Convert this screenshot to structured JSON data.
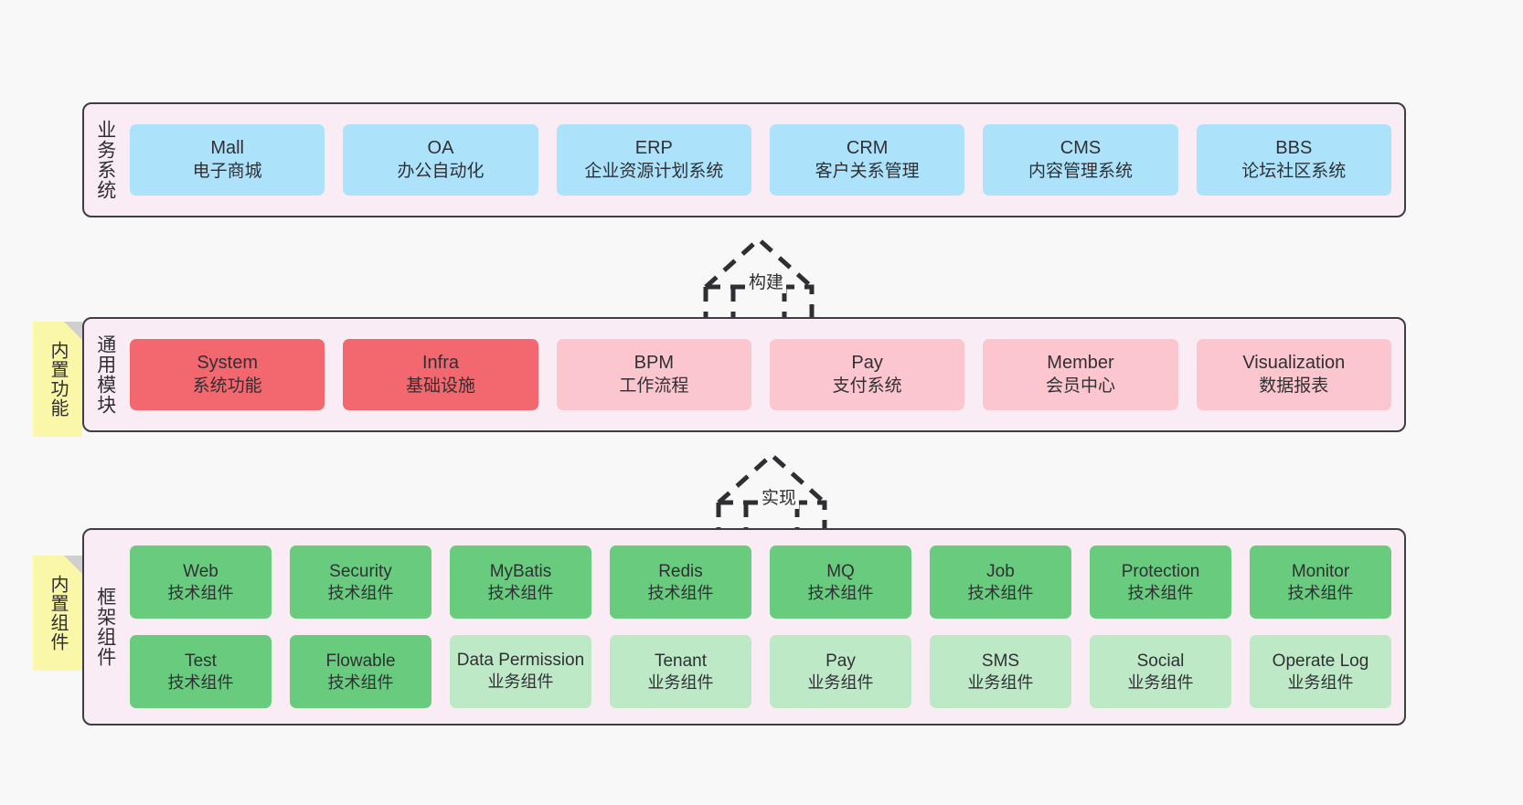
{
  "diagram": {
    "layers": [
      {
        "id": "business",
        "title": "业务系统",
        "rows": [
          {
            "cards": [
              {
                "name": "Mall",
                "desc": "电子商城",
                "color": "#ace3fb"
              },
              {
                "name": "OA",
                "desc": "办公自动化",
                "color": "#ace3fb"
              },
              {
                "name": "ERP",
                "desc": "企业资源计划系统",
                "color": "#ace3fb"
              },
              {
                "name": "CRM",
                "desc": "客户关系管理",
                "color": "#ace3fb"
              },
              {
                "name": "CMS",
                "desc": "内容管理系统",
                "color": "#ace3fb"
              },
              {
                "name": "BBS",
                "desc": "论坛社区系统",
                "color": "#ace3fb"
              }
            ]
          }
        ]
      },
      {
        "id": "common",
        "title": "通用模块",
        "rows": [
          {
            "cards": [
              {
                "name": "System",
                "desc": "系统功能",
                "color": "#f2686e"
              },
              {
                "name": "Infra",
                "desc": "基础设施",
                "color": "#f2686e"
              },
              {
                "name": "BPM",
                "desc": "工作流程",
                "color": "#fbc6cd"
              },
              {
                "name": "Pay",
                "desc": "支付系统",
                "color": "#fbc6cd"
              },
              {
                "name": "Member",
                "desc": "会员中心",
                "color": "#fbc6cd"
              },
              {
                "name": "Visualization",
                "desc": "数据报表",
                "color": "#fbc6cd"
              }
            ]
          }
        ]
      },
      {
        "id": "framework",
        "title": "框架组件",
        "rows": [
          {
            "cards": [
              {
                "name": "Web",
                "desc": "技术组件",
                "color": "#68cb7e"
              },
              {
                "name": "Security",
                "desc": "技术组件",
                "color": "#68cb7e"
              },
              {
                "name": "MyBatis",
                "desc": "技术组件",
                "color": "#68cb7e"
              },
              {
                "name": "Redis",
                "desc": "技术组件",
                "color": "#68cb7e"
              },
              {
                "name": "MQ",
                "desc": "技术组件",
                "color": "#68cb7e"
              },
              {
                "name": "Job",
                "desc": "技术组件",
                "color": "#68cb7e"
              },
              {
                "name": "Protection",
                "desc": "技术组件",
                "color": "#68cb7e"
              },
              {
                "name": "Monitor",
                "desc": "技术组件",
                "color": "#68cb7e"
              }
            ]
          },
          {
            "cards": [
              {
                "name": "Test",
                "desc": "技术组件",
                "color": "#68cb7e"
              },
              {
                "name": "Flowable",
                "desc": "技术组件",
                "color": "#68cb7e"
              },
              {
                "name": "Data Permission",
                "desc": "业务组件",
                "color": "#bde9c7"
              },
              {
                "name": "Tenant",
                "desc": "业务组件",
                "color": "#bde9c7"
              },
              {
                "name": "Pay",
                "desc": "业务组件",
                "color": "#bde9c7"
              },
              {
                "name": "SMS",
                "desc": "业务组件",
                "color": "#bde9c7"
              },
              {
                "name": "Social",
                "desc": "业务组件",
                "color": "#bde9c7"
              },
              {
                "name": "Operate Log",
                "desc": "业务组件",
                "color": "#bde9c7"
              }
            ]
          }
        ]
      }
    ],
    "notes": [
      {
        "id": "builtin-function",
        "label": "内置功能",
        "color": "#fbf7a8"
      },
      {
        "id": "builtin-component",
        "label": "内置组件",
        "color": "#fbf7a8"
      }
    ],
    "arrows": [
      {
        "id": "build",
        "label": "构建",
        "style": "dashed-generalization",
        "direction": "up"
      },
      {
        "id": "implement",
        "label": "实现",
        "style": "dashed-generalization",
        "direction": "up"
      }
    ],
    "canvas": {
      "background": "#f8f8f8",
      "panel_background": "#f9ecf5",
      "border": "#3d3d42"
    }
  }
}
